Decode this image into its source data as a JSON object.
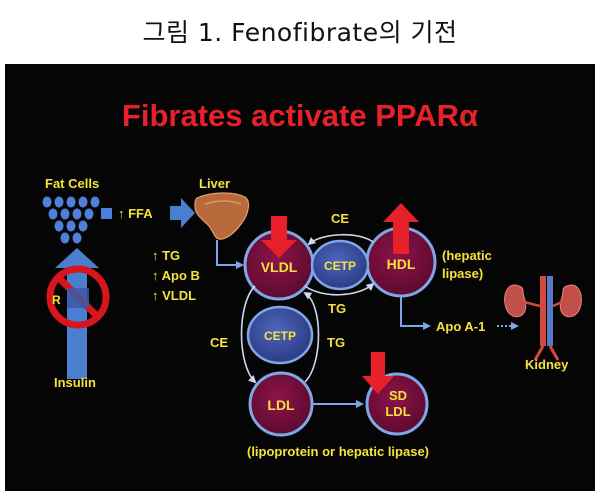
{
  "caption": "그림 1. Fenofibrate의 기전",
  "title": "Fibrates activate PPARα",
  "labels": {
    "fat_cells": "Fat Cells",
    "ffa": "↑ FFA",
    "liver": "Liver",
    "tg_up": "↑ TG",
    "apob_up": "↑ Apo B",
    "vldl_up": "↑ VLDL",
    "receptor": "R",
    "insulin": "Insulin",
    "ce_top": "CE",
    "tg_middle": "TG",
    "ce_left": "CE",
    "tg_right": "TG",
    "hepatic_lipase_line1": "(hepatic",
    "hepatic_lipase_line2": "lipase)",
    "apo_a1": "Apo A-1",
    "kidney": "Kidney",
    "bottom_note": "(lipoprotein or hepatic lipase)"
  },
  "nodes": {
    "vldl": "VLDL",
    "hdl": "HDL",
    "ldl": "LDL",
    "sd_ldl_line1": "SD",
    "sd_ldl_line2": "LDL",
    "cetp_top": "CETP",
    "cetp_left": "CETP"
  },
  "colors": {
    "title_red": "#e8202a",
    "label_yellow": "#f5e23a",
    "node_fill": "#7a1040",
    "node_ring": "#7fa6e6",
    "cetp_fill": "#3a4fa0",
    "arrow_blue": "#4a7fd0",
    "arrow_red": "#e8202a",
    "background": "#050505"
  }
}
